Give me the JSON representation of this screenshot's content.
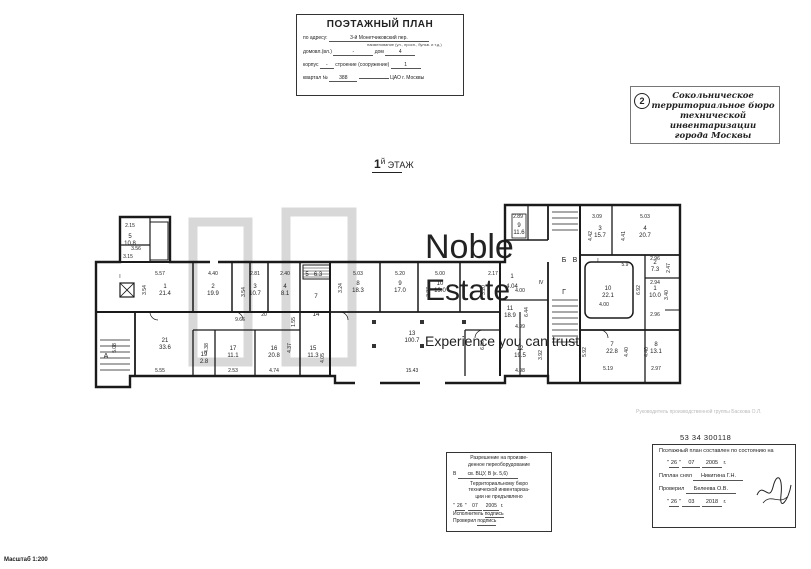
{
  "header": {
    "title": "ПОЭТАЖНЫЙ ПЛАН",
    "address_label": "по адресу:",
    "address_value": "3-й Монетчиковский пер.",
    "address_note": "наименование (ул., просп., бульв. и т.д.)",
    "house_label": "домовл.(вл.)",
    "house_dash": "-",
    "dom_label": "дом",
    "dom_value": "4",
    "korpus_label": "корпус",
    "korpus_dash": "-",
    "stroenie_label": "строение (сооружение)",
    "stroenie_value": "1",
    "kvartal_label": "квартал №",
    "kvartal_value": "388",
    "district": "ЦАО г. Москвы"
  },
  "bureau_stamp": {
    "number": "2",
    "lines": [
      "Сокольническое",
      "территориальное бюро",
      "технической инвентаризации",
      "города Москвы"
    ]
  },
  "floor_label": {
    "number": "1",
    "suffix": "й",
    "word": "ЭТАЖ"
  },
  "watermark": {
    "line1": "Noble",
    "line2": "Estate",
    "line3": "Experience you can trust"
  },
  "rooms": {
    "r5": {
      "n": "5",
      "a": "10.8"
    },
    "r1a": {
      "n": "1",
      "a": "21.4"
    },
    "r2a": {
      "n": "2",
      "a": "19.9"
    },
    "r3a": {
      "n": "3",
      "a": "10.7"
    },
    "r4a": {
      "n": "4",
      "a": "8.1"
    },
    "r5b": {
      "n": "5",
      "a": "6.3"
    },
    "r8": {
      "n": "8",
      "a": "18.3"
    },
    "r9": {
      "n": "9",
      "a": "17.0"
    },
    "r10": {
      "n": "10",
      "a": "19.0"
    },
    "r1b": {
      "n": "1",
      "a": "4.04"
    },
    "r11": {
      "n": "11",
      "a": "18.9"
    },
    "r13": {
      "n": "13",
      "a": "100.7"
    },
    "r12": {
      "n": "12",
      "a": "19.5"
    },
    "r21": {
      "n": "21",
      "a": "33.6"
    },
    "r19": {
      "n": "19",
      "a": "2.8"
    },
    "r17": {
      "n": "17",
      "a": "11.1"
    },
    "r16": {
      "n": "16",
      "a": "20.8"
    },
    "r15": {
      "n": "15",
      "a": "11.3"
    },
    "r14": {
      "n": "14"
    },
    "r7": {
      "n": "7"
    },
    "r10b": {
      "n": "10",
      "a": "22.1"
    },
    "r3b": {
      "n": "3",
      "a": "15.7"
    },
    "r4b": {
      "n": "4",
      "a": "20.7"
    },
    "r2b": {
      "n": "2",
      "a": "7.3"
    },
    "r1c": {
      "n": "1",
      "a": "10.0"
    },
    "r7b": {
      "n": "7",
      "a": "22.8"
    },
    "r8b": {
      "n": "8",
      "a": "13.1"
    },
    "r9b": {
      "n": "9",
      "a": "11.6"
    }
  },
  "letters": {
    "A": "А",
    "B": "Б",
    "V": "В",
    "G": "Г",
    "IV": "IV",
    "I1": "I",
    "I2": "I"
  },
  "dims": {
    "d215": "2.15",
    "d315": "3.15",
    "d557": "5.57",
    "d440": "4.40",
    "d281": "2.81",
    "d240": "2.40",
    "d503": "5.03",
    "d520": "5.20",
    "d500": "5.00",
    "d217": "2.17",
    "d289": "2.89",
    "d309": "3.09",
    "d503b": "5.03",
    "d966": "9.66",
    "d20": "20",
    "d555": "5.55",
    "d253": "2.53",
    "d474": "4.74",
    "d1543": "15.43",
    "d498": "4.98",
    "d499": "4.99",
    "d400": "4.00",
    "d519": "5.19",
    "d297": "2.97",
    "d400b": "4.00",
    "d356": "3.56",
    "d508": "5.08",
    "d354": "3.54",
    "d324": "3.24",
    "d327": "3.27",
    "d320": "3.20",
    "d644": "6.44",
    "d656": "6.56",
    "d592": "5.92",
    "d392": "3.92",
    "d442": "4.42",
    "d441": "4.41",
    "d296": "2.96",
    "d294": "2.94",
    "d340": "3.40",
    "d692": "6.92",
    "d440b": "4.40",
    "d440c": "4.40",
    "d438": "4.38",
    "d437": "4.37",
    "d405": "4.05",
    "d155": "1.55",
    "d247": "2.47",
    "d296b": "2.96",
    "d59": "5.9"
  },
  "faded_note": "Руководитель производственной группы Баскова О.Л.",
  "permit": {
    "title1": "Разрешение на произве-",
    "title2": "денное переоборудование",
    "line_v": "В",
    "line_v_note": "св. ВЦУ, В (к. 5,6)",
    "bureau1": "Территориальному бюро",
    "bureau2": "технической инвентариза-",
    "bureau3": "ции не предъявлено",
    "date_day": "26",
    "date_month": "07",
    "date_year": "2005",
    "date_suffix": "г.",
    "executor_label": "Исполнитель",
    "executor_sign": "подпись",
    "checked_label": "Проверил",
    "checked_sign": "подпись"
  },
  "cert": {
    "number": "53 34 300118",
    "title": "Поэтажный план составлен по состоянию на",
    "date1_day": "26",
    "date1_month": "07",
    "date1_year": "2005",
    "date1_suffix": "г.",
    "plan_label": "Плплан снял",
    "plan_name": "Никитина Г.Н.",
    "check_label": "Проверил",
    "check_name": "Белеева О.В.",
    "date2_day": "26",
    "date2_month": "03",
    "date2_year": "2018",
    "date2_suffix": "г."
  },
  "scale": "Масштаб 1:200"
}
